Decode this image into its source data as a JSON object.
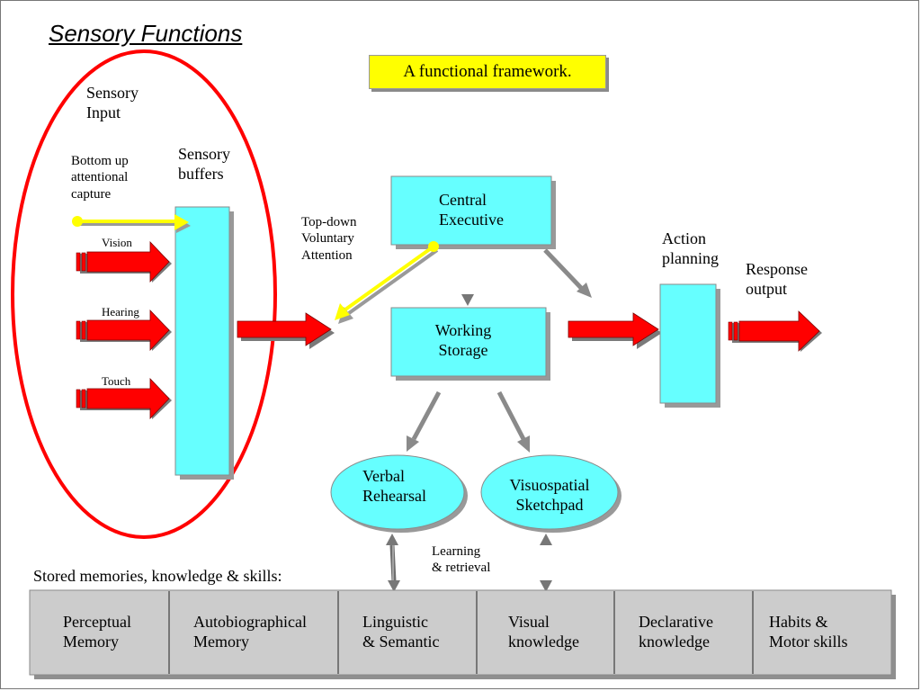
{
  "title": "Sensory Functions",
  "subtitle": "A functional framework.",
  "labels": {
    "sensory_input": "Sensory\nInput",
    "bottom_up": "Bottom up\nattentional\ncapture",
    "sensory_buffers": "Sensory\nbuffers",
    "vision": "Vision",
    "hearing": "Hearing",
    "touch": "Touch",
    "top_down": "Top-down\nVoluntary\nAttention",
    "central_executive": "Central\nExecutive",
    "working_storage": "Working\nStorage",
    "action_planning": "Action\nplanning",
    "response_output": "Response\noutput",
    "verbal_rehearsal": "Verbal\nRehearsal",
    "visuospatial_sketchpad": "Visuospatial\nSketchpad",
    "learning_retrieval": "Learning\n& retrieval",
    "stored_memories": "Stored memories, knowledge & skills:"
  },
  "memory_cells": [
    "Perceptual\nMemory",
    "Autobiographical\nMemory",
    "Linguistic\n& Semantic",
    "Visual\nknowledge",
    "Declarative\nknowledge",
    "Habits &\nMotor skills"
  ],
  "colors": {
    "box_fill": "#66ffff",
    "arrow_red": "#ff0000",
    "highlight_yellow": "#ffff00",
    "ellipse_red": "#ff0000",
    "memory_fill": "#cccccc"
  }
}
